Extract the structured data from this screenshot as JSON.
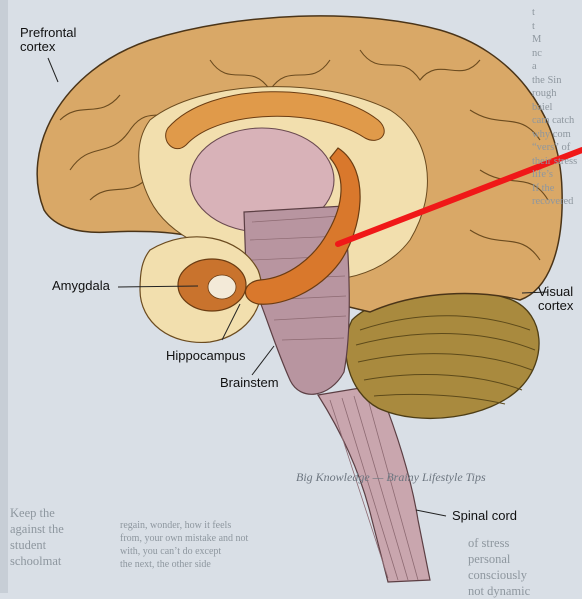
{
  "labels": {
    "prefrontal_cortex": "Prefrontal\ncortex",
    "amygdala": "Amygdala",
    "hippocampus": "Hippocampus",
    "brainstem": "Brainstem",
    "visual_cortex": "Visual\ncortex",
    "spinal_cord": "Spinal cord"
  },
  "caption": "Big Knowledge — Brainy Lifestyle Tips",
  "background_text": {
    "right_column": "t\nt\nM\nnc\na\nthe Sin\nrough\nbaiel\ncam catch\nwhy com\n“vers” of\ntheir stress\nlife’s\nIf the\nrecovered",
    "bottom_left": "Keep the\nagainst the\nstudent\nschoolmat",
    "bottom_right": "of stress\npersonal\nconsciously\nnot dynamic",
    "bottom_center": "regain, wonder, how it feels\nfrom, your own mistake and not\nwith, you can’t do except\nthe next, the other side"
  },
  "colors": {
    "pointer_line": "#f01818",
    "cortex": "#d9a867",
    "cortex_light": "#f2dfae",
    "limbic": "#d9782c",
    "thalamus": "#d8b2b8",
    "brainstem": "#b895a0",
    "cerebellum": "#a98a3e",
    "spinal_cord": "#c9a6ae"
  }
}
